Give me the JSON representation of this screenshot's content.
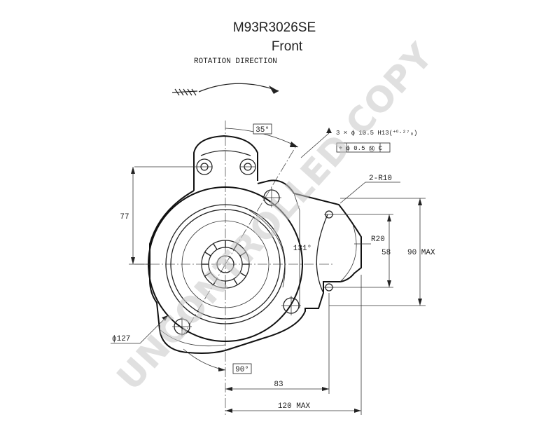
{
  "header": {
    "part_number": "M93R3026SE",
    "view": "Front"
  },
  "rotation": {
    "label": "ROTATION DIRECTION"
  },
  "dimensions": {
    "angle_top": "35°",
    "holes": "3 × ϕ 10.5 H13(⁺⁰·²⁷₀)",
    "position_tol": "⌖ ϕ 0.5 Ⓜ C",
    "radius_corner": "2-R10",
    "height_77": "77",
    "radius_r20": "R20",
    "height_58": "58",
    "height_90max": "90 MAX",
    "angle_131": "131°",
    "diameter_127": "ϕ127",
    "angle_bottom": "90°",
    "width_83": "83",
    "width_120max": "120 MAX"
  },
  "watermark": {
    "text": "UNCONTROLLED COPY"
  },
  "colors": {
    "line": "#222222",
    "watermark": "#c8c8c8"
  }
}
